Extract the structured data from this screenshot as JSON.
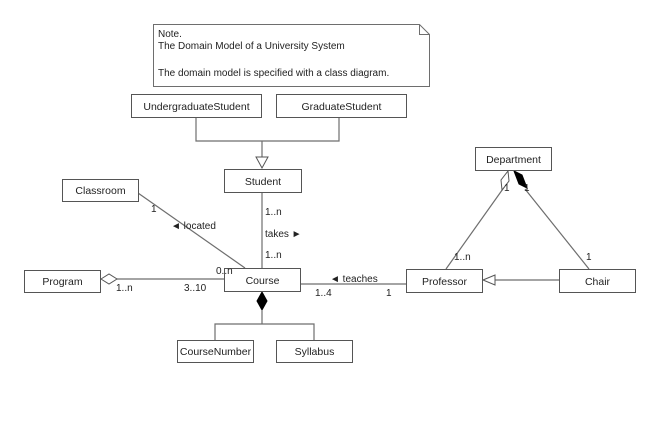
{
  "note": {
    "lines": [
      "Note.",
      "The Domain Model of a University System",
      "",
      "The domain model is specified with a class diagram."
    ]
  },
  "classes": {
    "undergraduate_student": "UndergraduateStudent",
    "graduate_student": "GraduateStudent",
    "student": "Student",
    "classroom": "Classroom",
    "course": "Course",
    "program": "Program",
    "course_number": "CourseNumber",
    "syllabus": "Syllabus",
    "department": "Department",
    "professor": "Professor",
    "chair": "Chair"
  },
  "associations": {
    "located": {
      "name": "◄ located",
      "classroom_mult": "1",
      "course_mult": "0..n"
    },
    "takes": {
      "name": "takes ►",
      "student_mult": "1..n",
      "course_mult": "1..n"
    },
    "program_course": {
      "program_mult": "1..n",
      "course_mult": "3..10"
    },
    "teaches": {
      "name": "◄ teaches",
      "course_mult": "1..4",
      "professor_mult": "1"
    },
    "department_professor": {
      "department_mult": "1",
      "professor_mult": "1..n"
    },
    "department_chair": {
      "department_mult": "1",
      "chair_mult": "1"
    }
  },
  "relationships": [
    {
      "type": "generalization",
      "from": "UndergraduateStudent",
      "to": "Student"
    },
    {
      "type": "generalization",
      "from": "GraduateStudent",
      "to": "Student"
    },
    {
      "type": "generalization",
      "from": "Chair",
      "to": "Professor"
    },
    {
      "type": "aggregation",
      "whole": "Program",
      "part": "Course"
    },
    {
      "type": "aggregation",
      "whole": "Department",
      "part": "Professor"
    },
    {
      "type": "composition",
      "whole": "Course",
      "part": "CourseNumber"
    },
    {
      "type": "composition",
      "whole": "Course",
      "part": "Syllabus"
    },
    {
      "type": "composition",
      "whole": "Department",
      "part": "Chair"
    },
    {
      "type": "association",
      "name": "located",
      "ends": [
        "Classroom",
        "Course"
      ]
    },
    {
      "type": "association",
      "name": "takes",
      "ends": [
        "Student",
        "Course"
      ]
    },
    {
      "type": "association",
      "name": "teaches",
      "ends": [
        "Professor",
        "Course"
      ]
    }
  ]
}
